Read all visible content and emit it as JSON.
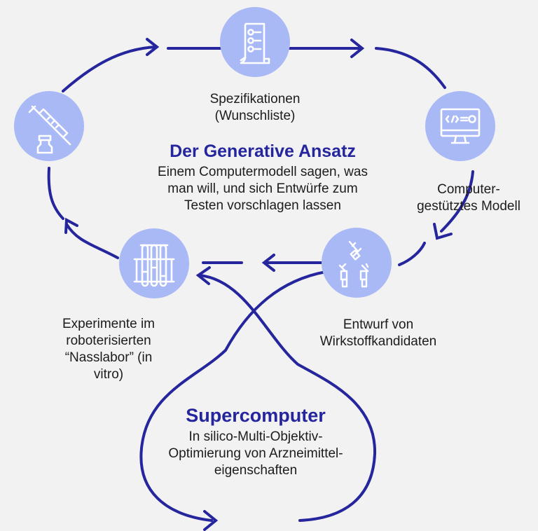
{
  "diagram": {
    "center": {
      "title": "Der Generative Ansatz",
      "lines": [
        "Einem Computermodell sagen, was",
        "man will, und sich Entwürfe zum",
        "Testen vorschlagen lassen"
      ]
    },
    "nodes": {
      "spec": {
        "icon": "checklist-icon",
        "lines": [
          "Spezifikationen",
          "(Wunschliste)"
        ]
      },
      "model": {
        "icon": "computer-code-icon",
        "lines": [
          "Computer-",
          "gestütztes Modell"
        ]
      },
      "candidates": {
        "icon": "molecule-syringes-icon",
        "lines": [
          "Entwurf von",
          "Wirkstoffkandidaten"
        ]
      },
      "lab": {
        "icon": "test-tubes-icon",
        "lines": [
          "Experimente im",
          "roboterisierten",
          "“Nasslabor” (in",
          "vitro)"
        ]
      },
      "vitro": {
        "icon": "syringe-vial-icon"
      }
    },
    "supercomputer": {
      "title": "Supercomputer",
      "lines": [
        "In silico-Multi-Objektiv-",
        "Optimierung von Arzneimittel-",
        "eigenschaften"
      ]
    }
  },
  "colors": {
    "background": "#f2f2f2",
    "accent": "#25259e",
    "node_fill": "#a9b9f5",
    "text": "#1c1c1c"
  }
}
